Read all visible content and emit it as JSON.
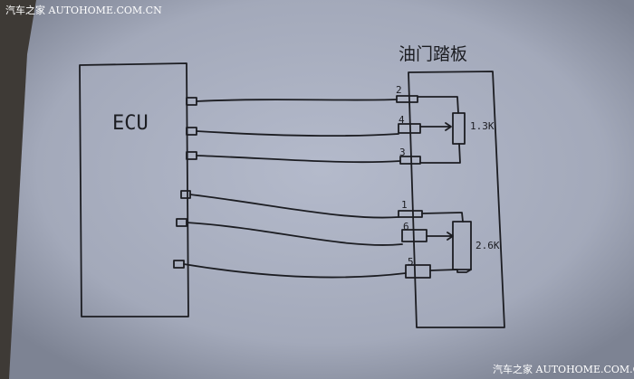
{
  "watermark": {
    "top": "汽车之家  AUTOHOME.COM.CN",
    "bottom": "汽车之家  AUTOHOME.COM.CN"
  },
  "ecu": {
    "label": "ECU"
  },
  "pedal": {
    "title": "油门踏板"
  },
  "pins": [
    "2",
    "4",
    "3",
    "1",
    "6",
    "5"
  ],
  "resistors": [
    {
      "value": "1.3K"
    },
    {
      "value": "2.6K"
    }
  ],
  "colors": {
    "paper": "#a9afc0",
    "ink": "#1c1d22"
  }
}
